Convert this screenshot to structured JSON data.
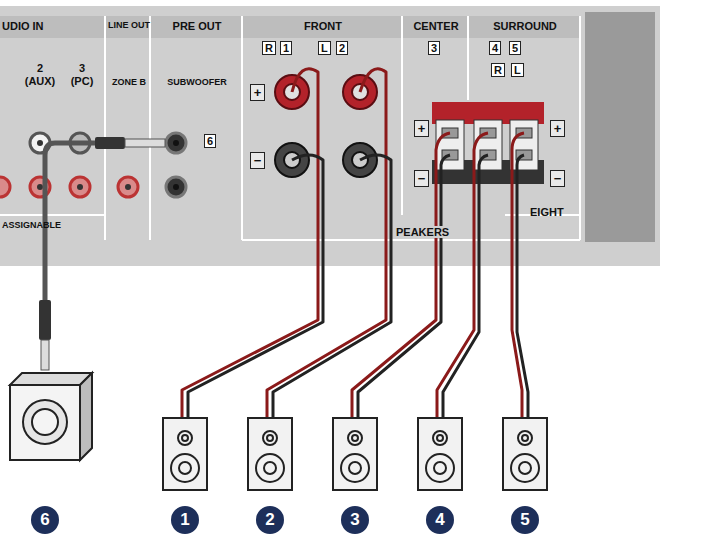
{
  "diagram": {
    "labels": [
      "UDIO IN",
      "LINE OUT",
      "PRE OUT",
      "FRONT",
      "CENTER",
      "SURROUND",
      "R",
      "1",
      "L",
      "2",
      "3",
      "4",
      "5",
      "R",
      "L",
      "2",
      "(AUX)",
      "3",
      "(PC)",
      "ZONE B",
      "SUBWOOFER",
      "6",
      "+",
      "−",
      "+",
      "+",
      "−",
      "−",
      "EIGHT",
      "PEAKERS",
      "ASSIGNABLE",
      "6",
      "1",
      "2",
      "3",
      "4",
      "5"
    ]
  }
}
